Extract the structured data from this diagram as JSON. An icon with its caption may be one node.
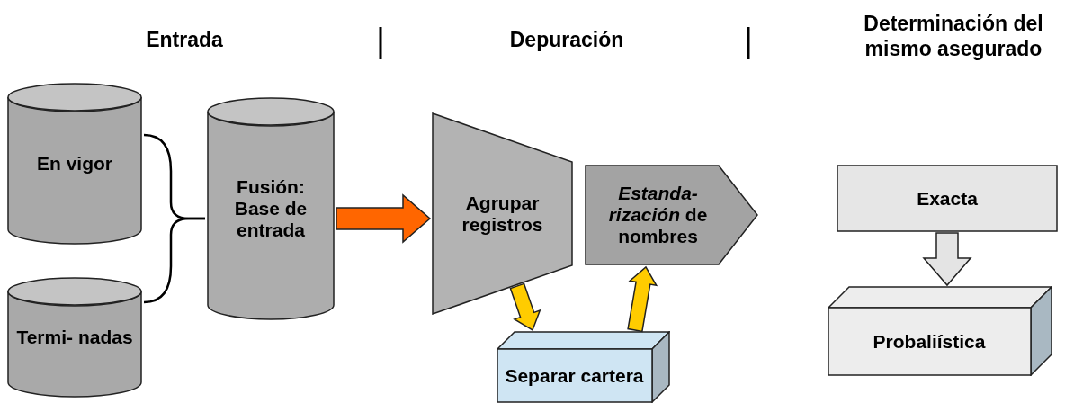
{
  "diagram": {
    "nodes": [
      {
        "text": [
          "En vigor"
        ]
      },
      {
        "text": [
          "Termi- nadas"
        ]
      },
      {
        "text": [
          "Fusión: Base de entrada"
        ]
      },
      {
        "text": [
          "Agrupar registros"
        ]
      },
      {
        "text": [
          "*Estanda- rización* de nombres"
        ]
      },
      {
        "text": [
          "Separar cartera"
        ]
      },
      {
        "text": [
          "Exacta"
        ]
      },
      {
        "text": [
          "Probaliística"
        ]
      }
    ],
    "edges": [
      {
        "from": 0,
        "to": 2,
        "arrow": "none"
      },
      {
        "from": 1,
        "to": 2,
        "arrow": "none"
      },
      {
        "from": 2,
        "to": 3,
        "arrow": "to",
        "style": "thick",
        "color": "#ff6600"
      },
      {
        "from": 3,
        "to": 5,
        "arrow": "to",
        "style": "thick",
        "color": "#ffcc00"
      },
      {
        "from": 5,
        "to": 4,
        "arrow": "to",
        "style": "thick",
        "color": "#ffcc00"
      },
      {
        "from": 6,
        "to": 7,
        "arrow": "to",
        "style": "thick",
        "color": "#e4e4e4"
      }
    ],
    "labels": [
      "Entrada",
      "Depuración",
      "Determinación del mismo asegurado"
    ]
  }
}
